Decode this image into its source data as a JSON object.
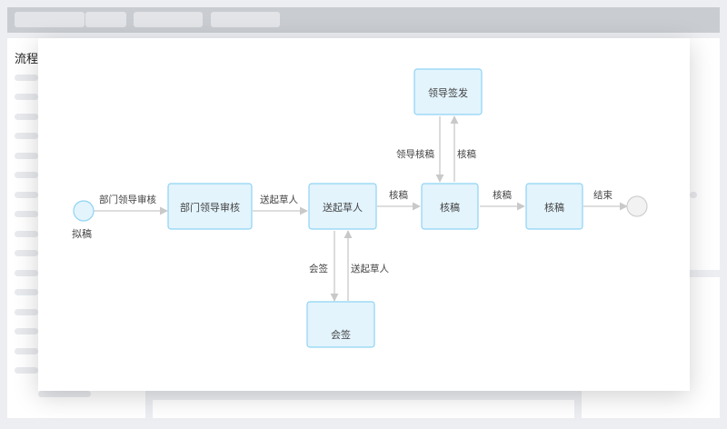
{
  "page": {
    "title": "流程"
  },
  "diagram": {
    "nodes": {
      "start": {
        "label": "拟稿"
      },
      "dept_review": {
        "label": "部门领导审核"
      },
      "send_drafter": {
        "label": "送起草人"
      },
      "review1": {
        "label": "核稿"
      },
      "review2": {
        "label": "核稿"
      },
      "leader_sign": {
        "label": "领导签发"
      },
      "countersign": {
        "label": "会签"
      },
      "end": {
        "label": ""
      }
    },
    "edges": {
      "start_to_dept": "部门领导审核",
      "dept_to_send": "送起草人",
      "send_to_review1": "核稿",
      "review1_to_review2": "核稿",
      "review2_to_end": "结束",
      "review1_to_leader": "核稿",
      "leader_to_review1": "领导核稿",
      "send_to_countersign": "会签",
      "countersign_to_send": "送起草人"
    }
  },
  "colors": {
    "node_fill": "#e3f4fd",
    "node_stroke": "#8fd3f4",
    "edge": "#c9c9c9",
    "end_fill": "#f2f2f2"
  }
}
